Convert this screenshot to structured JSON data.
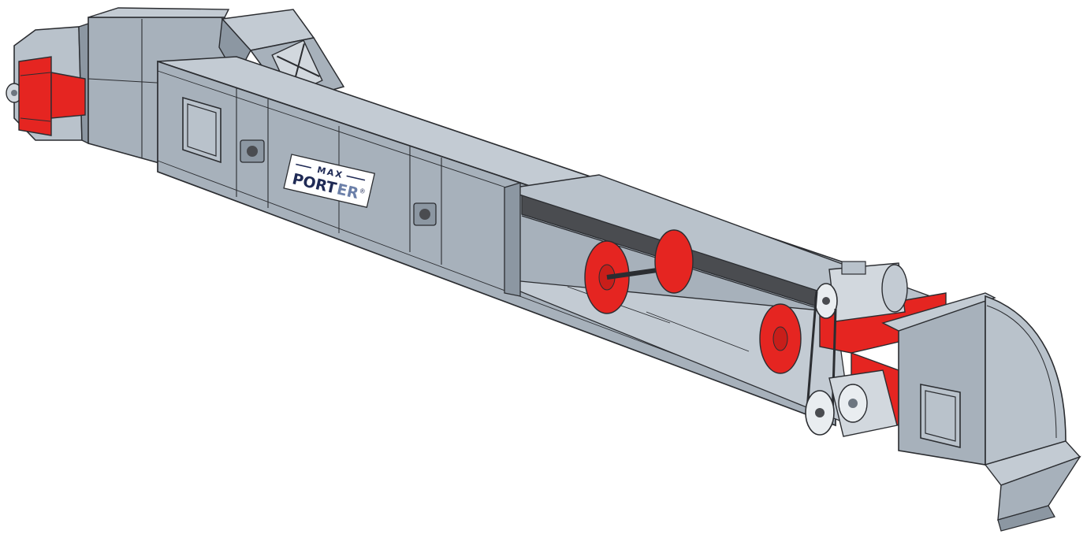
{
  "brand": {
    "top_word": "MAX",
    "bottom_word_a": "PORT",
    "bottom_word_b": "ER",
    "registered_mark": "®"
  },
  "colors": {
    "steel": "#a7b1bb",
    "steel_light": "#b9c2cb",
    "steel_dark": "#8c97a2",
    "outline": "#2b2d31",
    "accent_red": "#e52521",
    "chain_dark": "#4a4c50",
    "logo_navy": "#1f2a55",
    "logo_background": "#ffffff"
  },
  "components": [
    "conveyor-housing",
    "inlet-hopper",
    "tail-tension-unit",
    "inspection-door",
    "drive-motor",
    "gear-reducer",
    "belt-drive",
    "paddle-discs",
    "discharge-spout"
  ]
}
